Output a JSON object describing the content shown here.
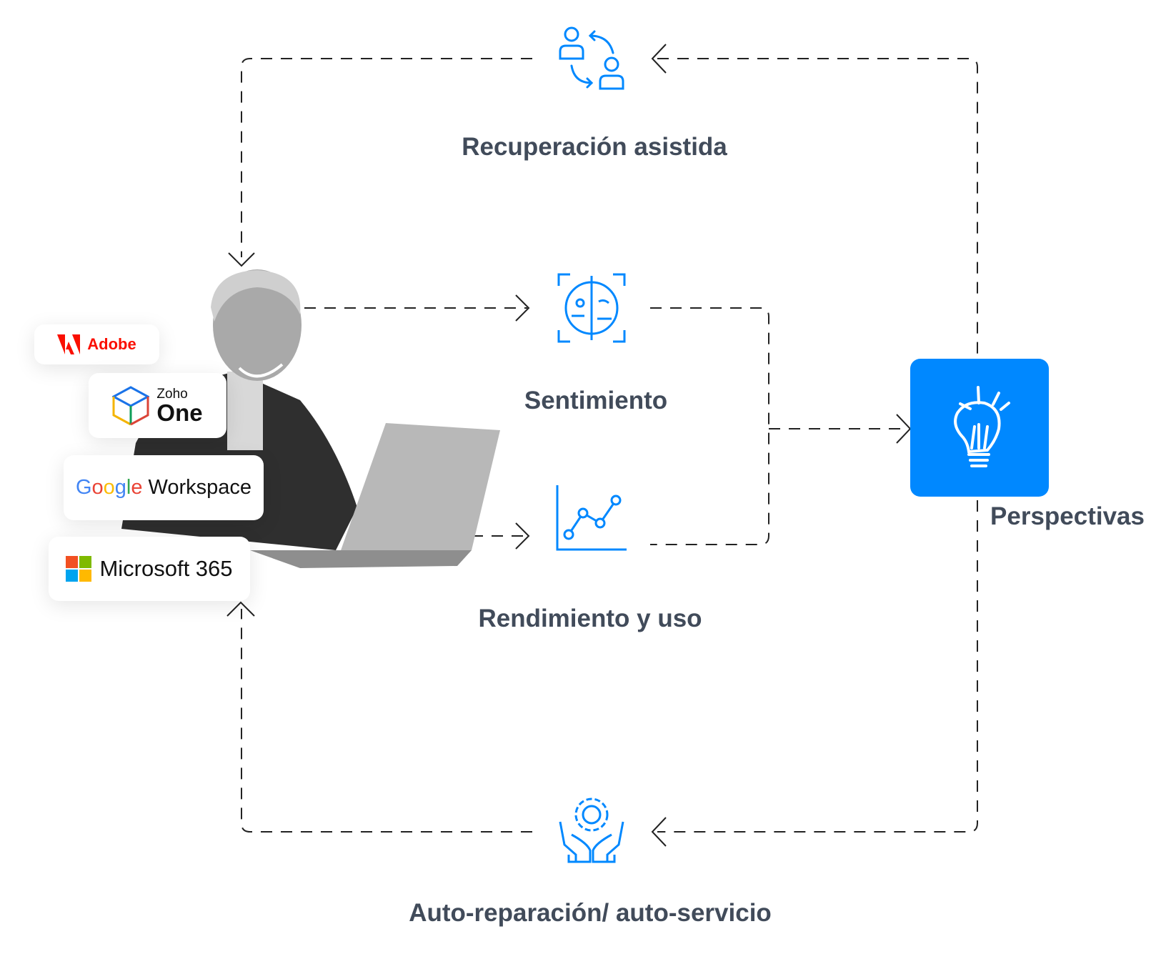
{
  "nodes": {
    "assisted_recovery": "Recuperación asistida",
    "sentiment": "Sentimiento",
    "performance": "Rendimiento y uso",
    "insights": "Perspectivas",
    "self_heal": "Auto-reparación/ auto-servicio"
  },
  "apps": {
    "adobe": "Adobe",
    "zoho_small": "Zoho",
    "zoho_big": "One",
    "google_g": [
      "G",
      "o",
      "o",
      "g",
      "l",
      "e"
    ],
    "google_rest": "Workspace",
    "microsoft": "Microsoft 365"
  },
  "colors": {
    "accent": "#0088ff",
    "text": "#414b5a",
    "line": "#222222"
  }
}
